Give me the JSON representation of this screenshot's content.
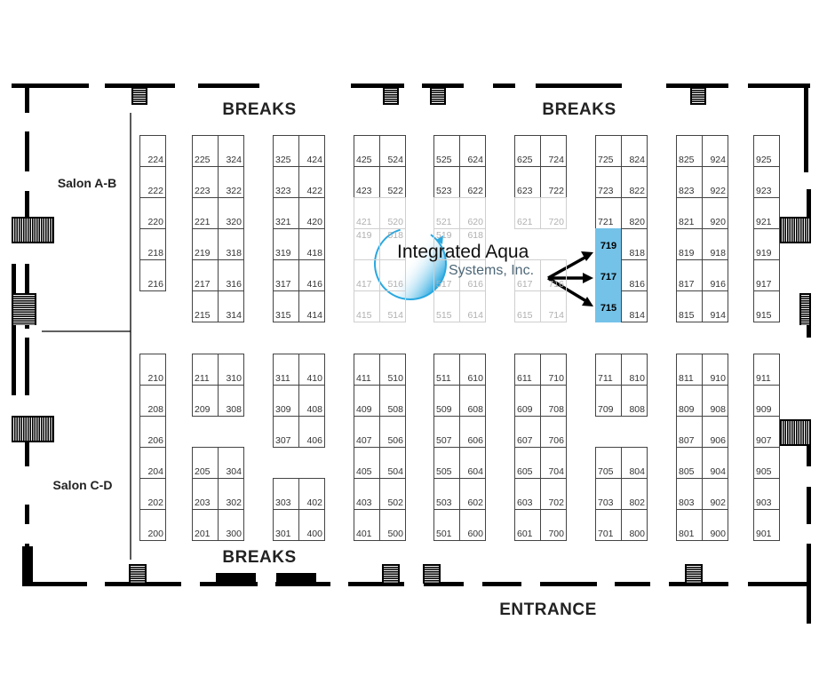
{
  "labels": {
    "breaks_top_left": "BREAKS",
    "breaks_top_right": "BREAKS",
    "breaks_bottom": "BREAKS",
    "entrance": "ENTRANCE",
    "salon_ab": "Salon A-B",
    "salon_cd": "Salon C-D"
  },
  "logo": {
    "line1": "Integrated Aqua",
    "line2": "Systems, Inc.",
    "colors": {
      "circle": "#29a8e0",
      "line2": "#4d6777"
    }
  },
  "highlight": {
    "booths": [
      "719",
      "717",
      "715"
    ],
    "color": "#74c2e8"
  },
  "top_block": [
    [
      [
        "224"
      ],
      [
        "222"
      ],
      [
        "220"
      ],
      [
        "218"
      ],
      [
        "216"
      ],
      null
    ],
    [
      [
        "225",
        "324"
      ],
      [
        "223",
        "322"
      ],
      [
        "221",
        "320"
      ],
      [
        "219",
        "318"
      ],
      [
        "217",
        "316"
      ],
      [
        "215",
        "314"
      ]
    ],
    [
      [
        "325",
        "424"
      ],
      [
        "323",
        "422"
      ],
      [
        "321",
        "420"
      ],
      [
        "319",
        "418"
      ],
      [
        "317",
        "416"
      ],
      [
        "315",
        "414"
      ]
    ],
    [
      [
        "425",
        "524"
      ],
      [
        "423",
        "522"
      ],
      [
        "421",
        "520"
      ],
      [
        "419",
        "518"
      ],
      [
        "417",
        "516"
      ],
      [
        "415",
        "514"
      ]
    ],
    [
      [
        "525",
        "624"
      ],
      [
        "523",
        "622"
      ],
      [
        "521",
        "620"
      ],
      [
        "519",
        "618"
      ],
      [
        "517",
        "616"
      ],
      [
        "515",
        "614"
      ]
    ],
    [
      [
        "625",
        "724"
      ],
      [
        "623",
        "722"
      ],
      [
        "621",
        "720"
      ],
      null,
      [
        "617",
        "716"
      ],
      [
        "615",
        "714"
      ]
    ],
    [
      [
        "725",
        "824"
      ],
      [
        "723",
        "822"
      ],
      [
        "721",
        "820"
      ],
      [
        "719",
        "818"
      ],
      [
        "717",
        "816"
      ],
      [
        "715",
        "814"
      ]
    ],
    [
      [
        "825",
        "924"
      ],
      [
        "823",
        "922"
      ],
      [
        "821",
        "920"
      ],
      [
        "819",
        "918"
      ],
      [
        "817",
        "916"
      ],
      [
        "815",
        "914"
      ]
    ],
    [
      [
        "925"
      ],
      [
        "923"
      ],
      [
        "921"
      ],
      [
        "919"
      ],
      [
        "917"
      ],
      [
        "915"
      ]
    ]
  ],
  "bottom_block": [
    [
      [
        "210"
      ],
      [
        "208"
      ],
      [
        "206"
      ],
      [
        "204"
      ],
      [
        "202"
      ],
      [
        "200"
      ]
    ],
    [
      [
        "211",
        "310"
      ],
      [
        "209",
        "308"
      ],
      null,
      [
        "205",
        "304"
      ],
      [
        "203",
        "302"
      ],
      [
        "201",
        "300"
      ]
    ],
    [
      [
        "311",
        "410"
      ],
      [
        "309",
        "408"
      ],
      [
        "307",
        "406"
      ],
      null,
      [
        "303",
        "402"
      ],
      [
        "301",
        "400"
      ]
    ],
    [
      [
        "411",
        "510"
      ],
      [
        "409",
        "508"
      ],
      [
        "407",
        "506"
      ],
      [
        "405",
        "504"
      ],
      [
        "403",
        "502"
      ],
      [
        "401",
        "500"
      ]
    ],
    [
      [
        "511",
        "610"
      ],
      [
        "509",
        "608"
      ],
      [
        "507",
        "606"
      ],
      [
        "505",
        "604"
      ],
      [
        "503",
        "602"
      ],
      [
        "501",
        "600"
      ]
    ],
    [
      [
        "611",
        "710"
      ],
      [
        "609",
        "708"
      ],
      [
        "607",
        "706"
      ],
      [
        "605",
        "704"
      ],
      [
        "603",
        "702"
      ],
      [
        "601",
        "700"
      ]
    ],
    [
      [
        "711",
        "810"
      ],
      [
        "709",
        "808"
      ],
      null,
      [
        "705",
        "804"
      ],
      [
        "703",
        "802"
      ],
      [
        "701",
        "800"
      ]
    ],
    [
      [
        "811",
        "910"
      ],
      [
        "809",
        "908"
      ],
      [
        "807",
        "906"
      ],
      [
        "805",
        "904"
      ],
      [
        "803",
        "902"
      ],
      [
        "801",
        "900"
      ]
    ],
    [
      [
        "911"
      ],
      [
        "909"
      ],
      [
        "907"
      ],
      [
        "905"
      ],
      [
        "903"
      ],
      [
        "901"
      ]
    ]
  ]
}
